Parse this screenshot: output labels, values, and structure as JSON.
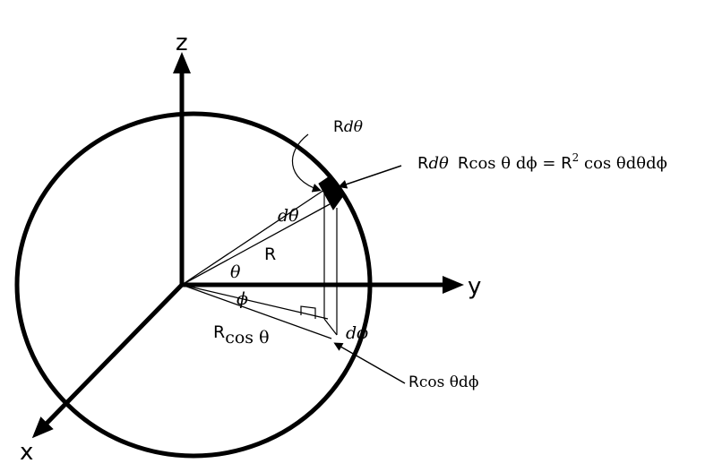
{
  "axes": {
    "z_label": "z",
    "y_label": "y",
    "x_label": "x"
  },
  "labels": {
    "R": "R",
    "theta": "θ",
    "phi": "ϕ",
    "d_theta": "dθ",
    "d_phi": "dϕ",
    "R_cos_theta": {
      "R": "R",
      "rest": "cos θ"
    },
    "R_d_theta_top": {
      "R": "R",
      "rest": "dθ"
    },
    "R_cos_theta_d_phi": {
      "R": "R",
      "rest": "cos θdϕ"
    }
  },
  "equation": {
    "part1_R": "R",
    "part1_rest": "dθ",
    "part2_R": "R",
    "part2_rest": "cos θ dϕ = ",
    "part3_R": "R",
    "exponent": "2",
    "part3_rest": " cos θdθdϕ"
  },
  "colors": {
    "stroke": "#000000",
    "background": "#ffffff"
  }
}
